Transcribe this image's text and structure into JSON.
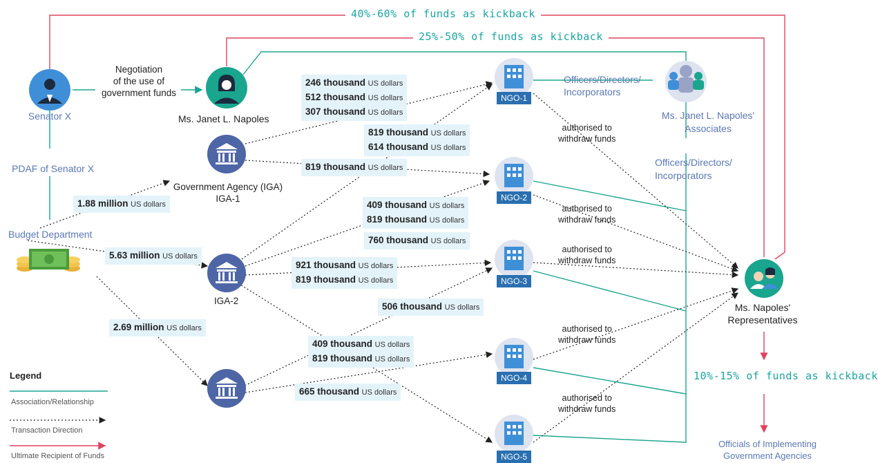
{
  "kickbacks": {
    "top": "40%-60% of funds as kickback",
    "second": "25%-50% of funds as kickback",
    "right": "10%-15% of funds as kickback"
  },
  "actors": {
    "senator": "Senator X",
    "napoles": "Ms. Janet L. Napoles",
    "associates": [
      "Ms. Janet L. Napoles'",
      "Associates"
    ],
    "representatives": [
      "Ms. Napoles'",
      "Representatives"
    ],
    "officials": [
      "Officials of Implementing",
      "Government Agencies"
    ],
    "budget": "Budget Department",
    "pdaf": "PDAF of Senator X",
    "negotiation": [
      "Negotiation",
      "of the use of",
      "government funds"
    ],
    "officers1": [
      "Officers/Directors/",
      "Incorporators"
    ],
    "officers2": [
      "Officers/Directors/",
      "Incorporators"
    ],
    "iga1": [
      "Government Agency (IGA)",
      "IGA-1"
    ],
    "iga2": "IGA-2"
  },
  "ngos": [
    "NGO-1",
    "NGO-2",
    "NGO-3",
    "NGO-4",
    "NGO-5"
  ],
  "authorised": [
    "authorised to",
    "withdraw funds"
  ],
  "amounts": {
    "a1": [
      "246 thousand",
      "512 thousand",
      "307 thousand"
    ],
    "a2": [
      "819 thousand",
      "614 thousand"
    ],
    "a3": [
      "819 thousand"
    ],
    "a4": [
      "1.88 million"
    ],
    "a5": [
      "409 thousand",
      "819 thousand"
    ],
    "a6": [
      "760 thousand"
    ],
    "a7": [
      "5.63 million"
    ],
    "a8": [
      "921 thousand",
      "819 thousand"
    ],
    "a9": [
      "506 thousand"
    ],
    "a10": [
      "2.69 million"
    ],
    "a11": [
      "409 thousand",
      "819 thousand"
    ],
    "a12": [
      "665 thousand"
    ]
  },
  "unit": "US dollars",
  "legend": {
    "title": "Legend",
    "items": [
      "Association/Relationship",
      "Transaction Direction",
      "Ultimate Recipient of Funds"
    ]
  },
  "colors": {
    "association": "#1aa58f",
    "transaction": "#222222",
    "recipient": "#e0435e",
    "ngo": "#2a6fb0"
  }
}
